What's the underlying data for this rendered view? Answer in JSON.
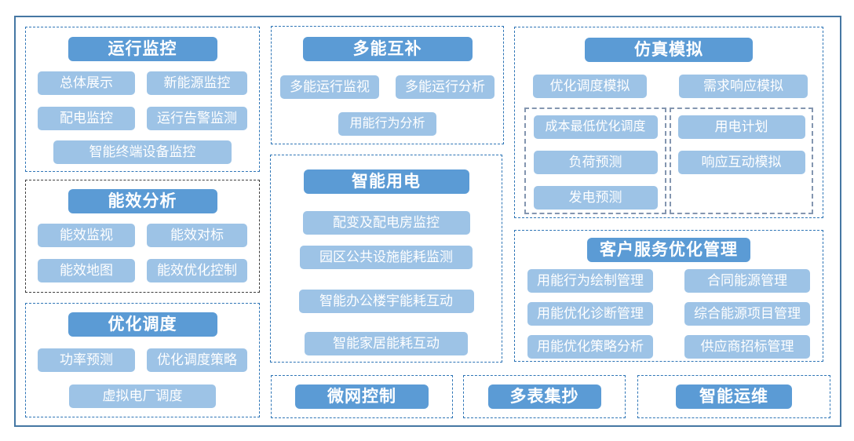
{
  "colors": {
    "header_bg": "#5B9BD5",
    "item_bg": "#9DC3E6",
    "outer_border": "#4577A3",
    "dashed_blue": "#2E75B6",
    "dashed_dark": "#3d3d3d",
    "dashed_gray": "#8496B0",
    "text": "#ffffff"
  },
  "panels": [
    {
      "id": "operation-monitoring",
      "title": "运行监控",
      "items": [
        "总体展示",
        "新能源监控",
        "配电监控",
        "运行告警监测",
        "智能终端设备监控"
      ]
    },
    {
      "id": "energy-efficiency-analysis",
      "title": "能效分析",
      "items": [
        "能效监视",
        "能效对标",
        "能效地图",
        "能效优化控制"
      ]
    },
    {
      "id": "optimal-dispatch",
      "title": "优化调度",
      "items": [
        "功率预测",
        "优化调度策略",
        "虚拟电厂调度"
      ]
    },
    {
      "id": "multi-energy-complementation",
      "title": "多能互补",
      "items": [
        "多能运行监视",
        "多能运行分析",
        "用能行为分析"
      ]
    },
    {
      "id": "smart-electricity",
      "title": "智能用电",
      "items": [
        "配变及配电房监控",
        "园区公共设施能耗监测",
        "智能办公楼宇能耗互动",
        "智能家居能耗互动"
      ]
    },
    {
      "id": "simulation",
      "title": "仿真模拟",
      "items": [
        "优化调度模拟",
        "需求响应模拟"
      ],
      "subgroups": [
        {
          "items": [
            "成本最低优化调度",
            "负荷预测",
            "发电预测"
          ]
        },
        {
          "items": [
            "用电计划",
            "响应互动模拟"
          ]
        }
      ]
    },
    {
      "id": "customer-service-optimization",
      "title": "客户服务优化管理",
      "items": [
        "用能行为绘制管理",
        "合同能源管理",
        "用能优化诊断管理",
        "综合能源项目管理",
        "用能优化策略分析",
        "供应商招标管理"
      ]
    },
    {
      "id": "microgrid-control",
      "title": "微网控制"
    },
    {
      "id": "multi-meter-reading",
      "title": "多表集抄"
    },
    {
      "id": "smart-operation-maintenance",
      "title": "智能运维"
    }
  ]
}
